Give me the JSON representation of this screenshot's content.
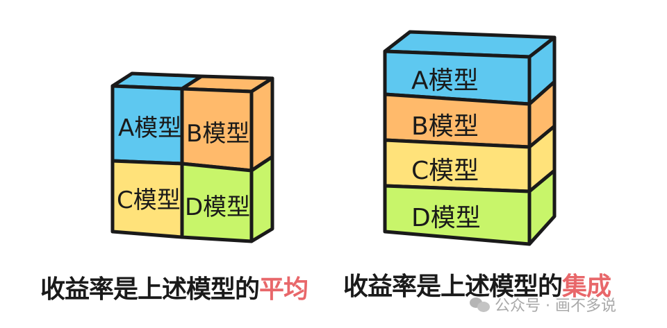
{
  "left_figure": {
    "title": "average-grid",
    "cells": [
      {
        "label": "A模型",
        "color": "#5ec8f0"
      },
      {
        "label": "B模型",
        "color": "#ffba6b"
      },
      {
        "label": "C模型",
        "color": "#ffe27a"
      },
      {
        "label": "D模型",
        "color": "#c8f56a"
      }
    ],
    "caption_main": "收益率是上述模型的",
    "caption_accent": "平均"
  },
  "right_figure": {
    "title": "ensemble-stack",
    "layers": [
      {
        "label": "A模型",
        "color": "#5ec8f0"
      },
      {
        "label": "B模型",
        "color": "#ffba6b"
      },
      {
        "label": "C模型",
        "color": "#ffe27a"
      },
      {
        "label": "D模型",
        "color": "#c8f56a"
      }
    ],
    "caption_main": "收益率是上述模型的",
    "caption_accent": "集成"
  },
  "watermark": {
    "text": "公众号 · 画不多说"
  },
  "colors": {
    "outline": "#1a1a1a",
    "accent_text": "#e8676a",
    "blue": "#5ec8f0",
    "orange": "#ffba6b",
    "yellow": "#ffe27a",
    "green": "#c8f56a"
  }
}
